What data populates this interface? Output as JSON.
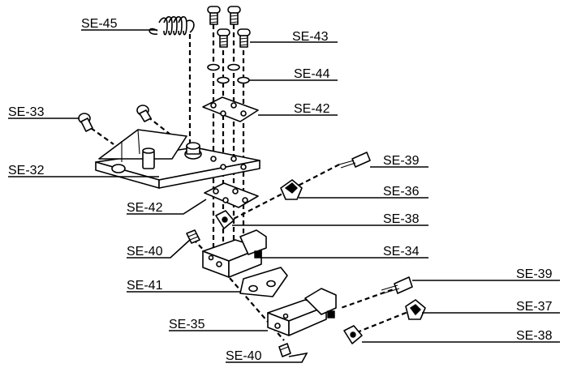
{
  "diagram": {
    "colors": {
      "ink": "#000000",
      "background": "#ffffff"
    },
    "labels": {
      "se45": "SE-45",
      "se43": "SE-43",
      "se44": "SE-44",
      "se42_top": "SE-42",
      "se33": "SE-33",
      "se32": "SE-32",
      "se39_top": "SE-39",
      "se36": "SE-36",
      "se42_mid": "SE-42",
      "se38_top": "SE-38",
      "se40_top": "SE-40",
      "se34": "SE-34",
      "se41": "SE-41",
      "se39_bottom": "SE-39",
      "se37": "SE-37",
      "se35": "SE-35",
      "se38_bottom": "SE-38",
      "se40_bottom": "SE-40"
    }
  }
}
